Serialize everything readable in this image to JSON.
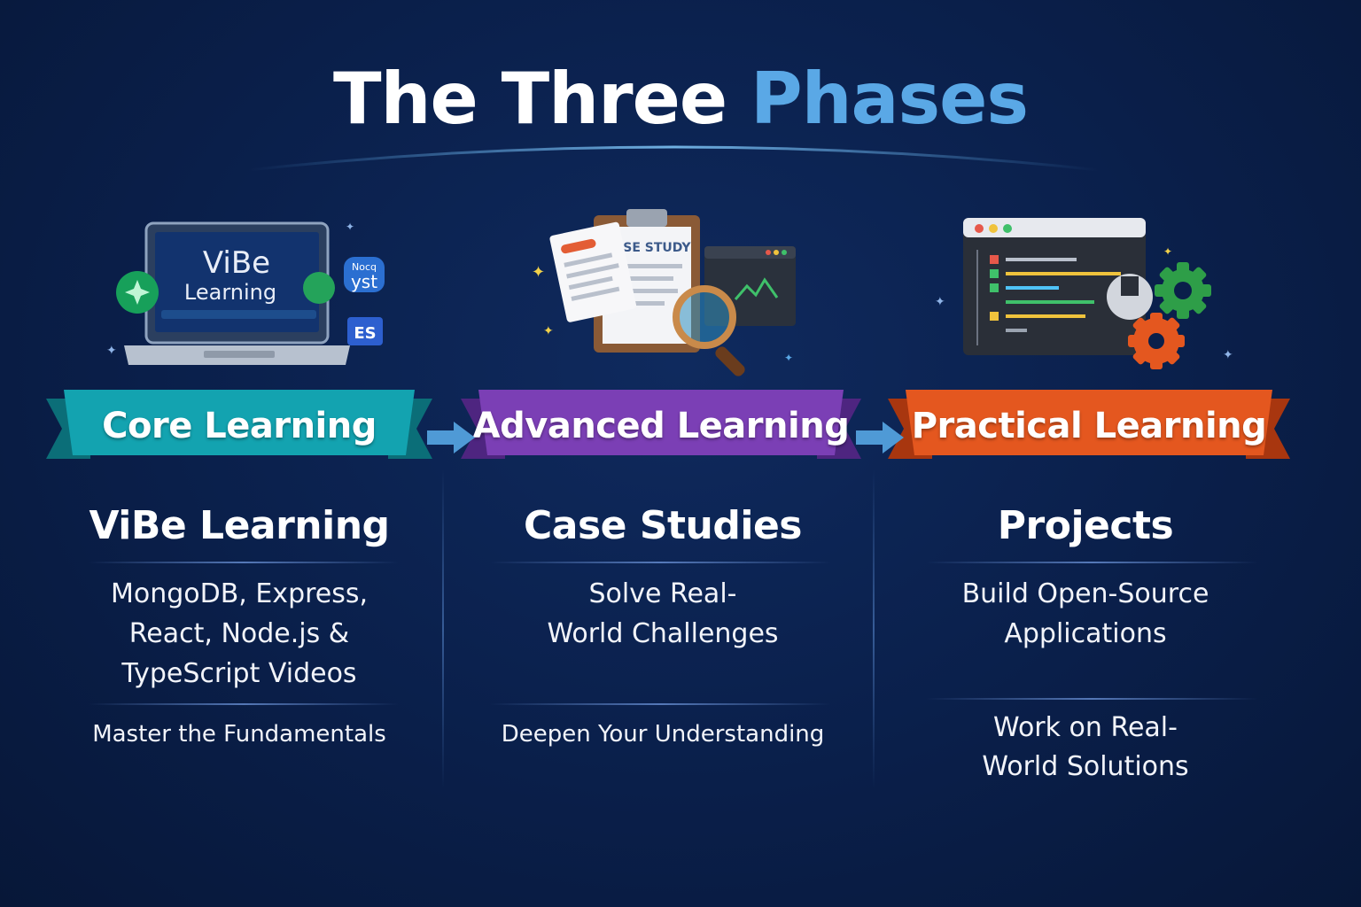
{
  "title": {
    "part1": "The Three",
    "part2": "Phases"
  },
  "phases": [
    {
      "banner": "Core Learning",
      "heading": "ViBe Learning",
      "desc": [
        "MongoDB, Express,",
        "React, Node.js &",
        "TypeScript Videos"
      ],
      "sub": [
        "Master the Fundamentals"
      ],
      "screen_line1": "ViBe",
      "screen_line2": "Learning",
      "badges": [
        "Nocq yst",
        "ES"
      ],
      "color": "#13a3b0"
    },
    {
      "banner": "Advanced Learning",
      "heading": "Case Studies",
      "desc": [
        "Solve Real-",
        "World Challenges"
      ],
      "sub": [
        "Deepen Your Understanding"
      ],
      "doc_label": "ASE STUDY",
      "color": "#7b3fb5"
    },
    {
      "banner": "Practical Learning",
      "heading": "Projects",
      "desc": [
        "Build Open-Source",
        "Applications"
      ],
      "sub": [
        "Work on Real-",
        "World Solutions"
      ],
      "color": "#e4571f"
    }
  ],
  "colors": {
    "background": "#0a1f4a",
    "accent": "#5aa8e6",
    "arrow": "#4f9ad6"
  }
}
